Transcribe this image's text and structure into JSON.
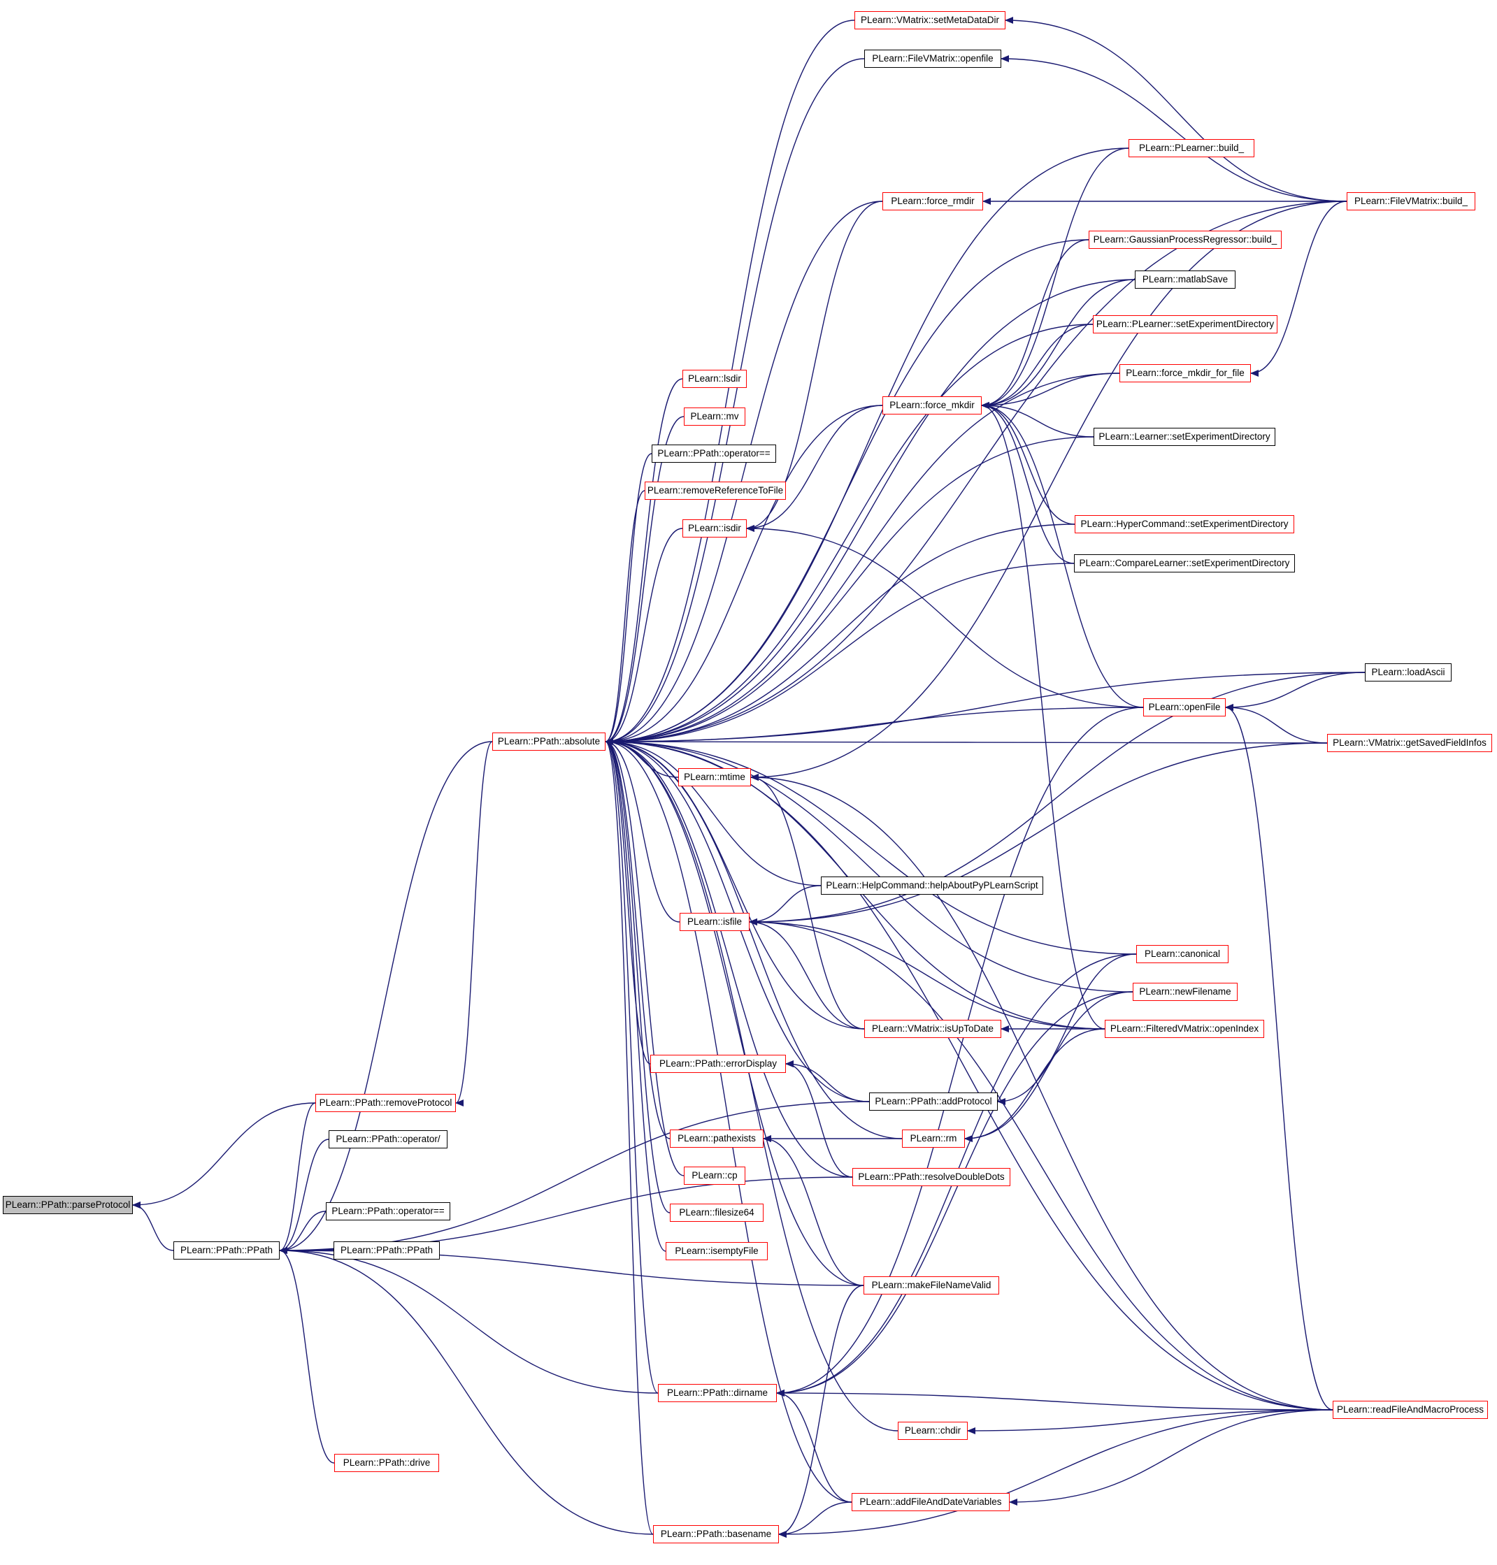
{
  "diagram": {
    "type": "caller-graph",
    "edge_color": "#191970",
    "node_fill": "#ffffff",
    "focus_fill": "#bfbfbf",
    "link_border_color": "#ff0000",
    "plain_border_color": "#000000"
  },
  "nodes": {
    "parseProtocol": {
      "label": "PLearn::PPath::parseProtocol",
      "style": "focus"
    },
    "PPath_ctor": {
      "label": "PLearn::PPath::PPath",
      "style": "black"
    },
    "removeProtocol": {
      "label": "PLearn::PPath::removeProtocol",
      "style": "red"
    },
    "op_slash": {
      "label": "PLearn::PPath::operator/",
      "style": "black"
    },
    "op_eq_low": {
      "label": "PLearn::PPath::operator==",
      "style": "black"
    },
    "PPath_ctor2": {
      "label": "PLearn::PPath::PPath",
      "style": "black"
    },
    "drive": {
      "label": "PLearn::PPath::drive",
      "style": "red"
    },
    "absolute": {
      "label": "PLearn::PPath::absolute",
      "style": "red"
    },
    "setMetaDataDir": {
      "label": "PLearn::VMatrix::setMetaDataDir",
      "style": "red"
    },
    "openfile": {
      "label": "PLearn::FileVMatrix::openfile",
      "style": "black"
    },
    "PLearner_build": {
      "label": "PLearn::PLearner::build_",
      "style": "red"
    },
    "force_rmdir": {
      "label": "PLearn::force_rmdir",
      "style": "red"
    },
    "FileVMatrix_build": {
      "label": "PLearn::FileVMatrix::build_",
      "style": "red"
    },
    "GPR_build": {
      "label": "PLearn::GaussianProcessRegressor::build_",
      "style": "red"
    },
    "matlabSave": {
      "label": "PLearn::matlabSave",
      "style": "black"
    },
    "PLearner_setExp": {
      "label": "PLearn::PLearner::setExperimentDirectory",
      "style": "red"
    },
    "force_mkdir_for_file": {
      "label": "PLearn::force_mkdir_for_file",
      "style": "red"
    },
    "force_mkdir": {
      "label": "PLearn::force_mkdir",
      "style": "red"
    },
    "lsdir": {
      "label": "PLearn::lsdir",
      "style": "red"
    },
    "mv": {
      "label": "PLearn::mv",
      "style": "red"
    },
    "op_eq_high": {
      "label": "PLearn::PPath::operator==",
      "style": "black"
    },
    "removeReferenceToFile": {
      "label": "PLearn::removeReferenceToFile",
      "style": "red"
    },
    "isdir": {
      "label": "PLearn::isdir",
      "style": "red"
    },
    "Learner_setExp": {
      "label": "PLearn::Learner::setExperimentDirectory",
      "style": "black"
    },
    "HyperCommand_setExp": {
      "label": "PLearn::HyperCommand::setExperimentDirectory",
      "style": "red"
    },
    "CompareLearner_setExp": {
      "label": "PLearn::CompareLearner::setExperimentDirectory",
      "style": "black"
    },
    "loadAscii": {
      "label": "PLearn::loadAscii",
      "style": "black"
    },
    "openFile": {
      "label": "PLearn::openFile",
      "style": "red"
    },
    "getSavedFieldInfos": {
      "label": "PLearn::VMatrix::getSavedFieldInfos",
      "style": "red"
    },
    "mtime": {
      "label": "PLearn::mtime",
      "style": "red"
    },
    "helpAboutPy": {
      "label": "PLearn::HelpCommand::helpAboutPyPLearnScript",
      "style": "black"
    },
    "isfile": {
      "label": "PLearn::isfile",
      "style": "red"
    },
    "canonical": {
      "label": "PLearn::canonical",
      "style": "red"
    },
    "newFilename": {
      "label": "PLearn::newFilename",
      "style": "red"
    },
    "isUpToDate": {
      "label": "PLearn::VMatrix::isUpToDate",
      "style": "red"
    },
    "openIndex": {
      "label": "PLearn::FilteredVMatrix::openIndex",
      "style": "red"
    },
    "errorDisplay": {
      "label": "PLearn::PPath::errorDisplay",
      "style": "red"
    },
    "addProtocol": {
      "label": "PLearn::PPath::addProtocol",
      "style": "black"
    },
    "pathexists": {
      "label": "PLearn::pathexists",
      "style": "red"
    },
    "rm": {
      "label": "PLearn::rm",
      "style": "red"
    },
    "cp": {
      "label": "PLearn::cp",
      "style": "red"
    },
    "resolveDoubleDots": {
      "label": "PLearn::PPath::resolveDoubleDots",
      "style": "red"
    },
    "filesize64": {
      "label": "PLearn::filesize64",
      "style": "red"
    },
    "isemptyFile": {
      "label": "PLearn::isemptyFile",
      "style": "red"
    },
    "makeFileNameValid": {
      "label": "PLearn::makeFileNameValid",
      "style": "red"
    },
    "dirname": {
      "label": "PLearn::PPath::dirname",
      "style": "red"
    },
    "readFileAndMacroProcess": {
      "label": "PLearn::readFileAndMacroProcess",
      "style": "red"
    },
    "chdir": {
      "label": "PLearn::chdir",
      "style": "red"
    },
    "addFileAndDateVariables": {
      "label": "PLearn::addFileAndDateVariables",
      "style": "red"
    },
    "basename": {
      "label": "PLearn::PPath::basename",
      "style": "red"
    }
  },
  "edges": [
    [
      "PPath_ctor",
      "parseProtocol"
    ],
    [
      "removeProtocol",
      "parseProtocol"
    ],
    [
      "removeProtocol",
      "PPath_ctor"
    ],
    [
      "op_slash",
      "PPath_ctor"
    ],
    [
      "op_eq_low",
      "PPath_ctor"
    ],
    [
      "PPath_ctor2",
      "PPath_ctor"
    ],
    [
      "drive",
      "PPath_ctor"
    ],
    [
      "absolute",
      "PPath_ctor"
    ],
    [
      "makeFileNameValid",
      "PPath_ctor"
    ],
    [
      "resolveDoubleDots",
      "PPath_ctor"
    ],
    [
      "dirname",
      "PPath_ctor"
    ],
    [
      "basename",
      "PPath_ctor"
    ],
    [
      "addProtocol",
      "PPath_ctor"
    ],
    [
      "absolute",
      "removeProtocol"
    ],
    [
      "setMetaDataDir",
      "absolute"
    ],
    [
      "openfile",
      "absolute"
    ],
    [
      "FileVMatrix_build",
      "absolute"
    ],
    [
      "PLearner_build",
      "absolute"
    ],
    [
      "force_rmdir",
      "absolute"
    ],
    [
      "GPR_build",
      "absolute"
    ],
    [
      "matlabSave",
      "absolute"
    ],
    [
      "PLearner_setExp",
      "absolute"
    ],
    [
      "force_mkdir_for_file",
      "absolute"
    ],
    [
      "force_mkdir",
      "absolute"
    ],
    [
      "lsdir",
      "absolute"
    ],
    [
      "mv",
      "absolute"
    ],
    [
      "op_eq_high",
      "absolute"
    ],
    [
      "removeReferenceToFile",
      "absolute"
    ],
    [
      "isdir",
      "absolute"
    ],
    [
      "Learner_setExp",
      "absolute"
    ],
    [
      "HyperCommand_setExp",
      "absolute"
    ],
    [
      "CompareLearner_setExp",
      "absolute"
    ],
    [
      "loadAscii",
      "absolute"
    ],
    [
      "openFile",
      "absolute"
    ],
    [
      "getSavedFieldInfos",
      "absolute"
    ],
    [
      "mtime",
      "absolute"
    ],
    [
      "helpAboutPy",
      "absolute"
    ],
    [
      "isfile",
      "absolute"
    ],
    [
      "canonical",
      "absolute"
    ],
    [
      "newFilename",
      "absolute"
    ],
    [
      "isUpToDate",
      "absolute"
    ],
    [
      "openIndex",
      "absolute"
    ],
    [
      "errorDisplay",
      "absolute"
    ],
    [
      "addProtocol",
      "absolute"
    ],
    [
      "pathexists",
      "absolute"
    ],
    [
      "rm",
      "absolute"
    ],
    [
      "cp",
      "absolute"
    ],
    [
      "resolveDoubleDots",
      "absolute"
    ],
    [
      "filesize64",
      "absolute"
    ],
    [
      "isemptyFile",
      "absolute"
    ],
    [
      "makeFileNameValid",
      "absolute"
    ],
    [
      "dirname",
      "absolute"
    ],
    [
      "readFileAndMacroProcess",
      "absolute"
    ],
    [
      "chdir",
      "absolute"
    ],
    [
      "addFileAndDateVariables",
      "absolute"
    ],
    [
      "basename",
      "absolute"
    ],
    [
      "FileVMatrix_build",
      "setMetaDataDir"
    ],
    [
      "FileVMatrix_build",
      "openfile"
    ],
    [
      "FileVMatrix_build",
      "force_rmdir"
    ],
    [
      "FileVMatrix_build",
      "force_mkdir_for_file"
    ],
    [
      "PLearner_build",
      "force_mkdir"
    ],
    [
      "GPR_build",
      "force_mkdir"
    ],
    [
      "matlabSave",
      "force_mkdir"
    ],
    [
      "PLearner_setExp",
      "force_mkdir"
    ],
    [
      "force_mkdir_for_file",
      "force_mkdir"
    ],
    [
      "Learner_setExp",
      "force_mkdir"
    ],
    [
      "HyperCommand_setExp",
      "force_mkdir"
    ],
    [
      "CompareLearner_setExp",
      "force_mkdir"
    ],
    [
      "openFile",
      "force_mkdir"
    ],
    [
      "openIndex",
      "force_mkdir"
    ],
    [
      "force_rmdir",
      "isdir"
    ],
    [
      "force_mkdir",
      "isdir"
    ],
    [
      "openFile",
      "isdir"
    ],
    [
      "loadAscii",
      "openFile"
    ],
    [
      "getSavedFieldInfos",
      "openFile"
    ],
    [
      "readFileAndMacroProcess",
      "openFile"
    ],
    [
      "FileVMatrix_build",
      "mtime"
    ],
    [
      "isUpToDate",
      "mtime"
    ],
    [
      "readFileAndMacroProcess",
      "mtime"
    ],
    [
      "helpAboutPy",
      "isfile"
    ],
    [
      "loadAscii",
      "isfile"
    ],
    [
      "getSavedFieldInfos",
      "isfile"
    ],
    [
      "isUpToDate",
      "isfile"
    ],
    [
      "openIndex",
      "isfile"
    ],
    [
      "readFileAndMacroProcess",
      "isfile"
    ],
    [
      "openIndex",
      "isUpToDate"
    ],
    [
      "addProtocol",
      "errorDisplay"
    ],
    [
      "resolveDoubleDots",
      "errorDisplay"
    ],
    [
      "rm",
      "pathexists"
    ],
    [
      "makeFileNameValid",
      "pathexists"
    ],
    [
      "openIndex",
      "rm"
    ],
    [
      "newFilename",
      "rm"
    ],
    [
      "canonical",
      "addProtocol"
    ],
    [
      "canonical",
      "dirname"
    ],
    [
      "newFilename",
      "dirname"
    ],
    [
      "openFile",
      "dirname"
    ],
    [
      "readFileAndMacroProcess",
      "dirname"
    ],
    [
      "readFileAndMacroProcess",
      "chdir"
    ],
    [
      "addFileAndDateVariables",
      "dirname"
    ],
    [
      "readFileAndMacroProcess",
      "addFileAndDateVariables"
    ],
    [
      "addFileAndDateVariables",
      "basename"
    ],
    [
      "makeFileNameValid",
      "basename"
    ],
    [
      "readFileAndMacroProcess",
      "basename"
    ]
  ]
}
